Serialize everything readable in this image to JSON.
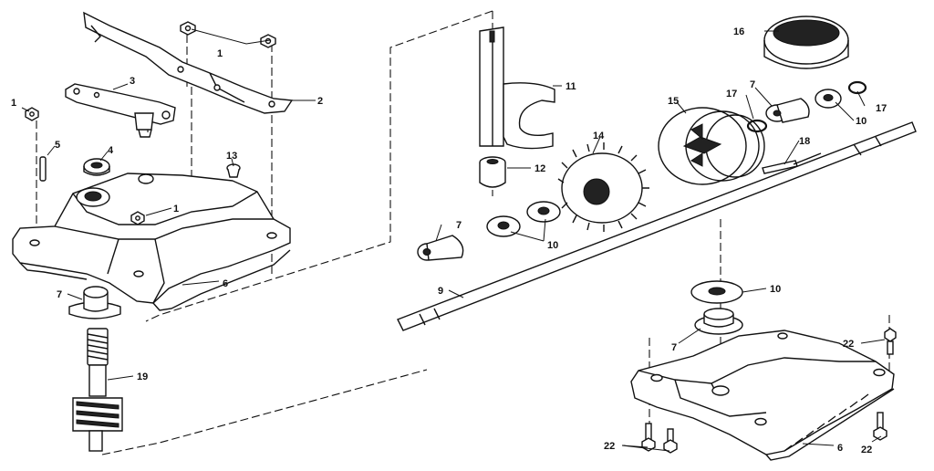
{
  "callouts": {
    "c1a": "1",
    "c1b": "1",
    "c1c": "1",
    "c2": "2",
    "c3": "3",
    "c4": "4",
    "c5": "5",
    "c6a": "6",
    "c6b": "6",
    "c7a": "7",
    "c7b": "7",
    "c7c": "7",
    "c7d": "7",
    "c9": "9",
    "c10a": "10",
    "c10b": "10",
    "c10c": "10",
    "c11": "11",
    "c12": "12",
    "c13": "13",
    "c14": "14",
    "c15": "15",
    "c16": "16",
    "c17a": "17",
    "c17b": "17",
    "c18": "18",
    "c19": "19",
    "c22a": "22",
    "c22b": "22",
    "c22c": "22"
  }
}
